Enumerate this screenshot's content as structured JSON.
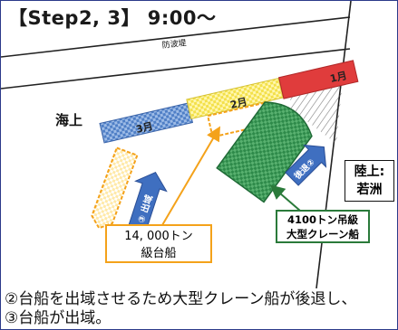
{
  "step_title": "【Step2, 3】 9:00〜",
  "breakwater_label": "防波堤",
  "sea_label": "海上",
  "land_label": [
    "陸上:",
    "若洲"
  ],
  "segment_labels": {
    "seg1": "1月",
    "seg2": "2月",
    "seg3": "3月"
  },
  "barge_label": [
    "14, 000トン",
    "級台船"
  ],
  "crane_label": [
    "4100トン吊級",
    "大型クレーン船"
  ],
  "barge_departure_marker": "③ 出域",
  "crane_backing_marker": "後退②",
  "caption_lines": [
    "②台船を出域させるため大型クレーン船が後退し、",
    "③台船が出域。"
  ],
  "colors": {
    "frame": "#2b3a8a",
    "seg_red": "#e03c3c",
    "seg_yellow": "#f3e04a",
    "seg_blue": "#4f7fc6",
    "barge_orange": "#f4a21a",
    "crane_green": "#2e8a4a",
    "arrow_green": "#2a7a3a"
  }
}
